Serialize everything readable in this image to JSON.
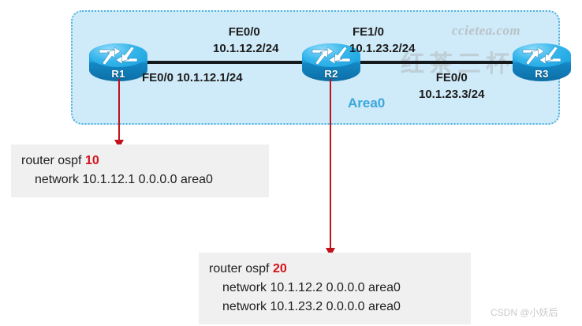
{
  "diagram": {
    "area": {
      "label": "Area0",
      "label_color": "#3ba6dc",
      "fill_color": "#cfeaf8",
      "border_color": "#4fb3e0"
    },
    "routers": [
      {
        "id": "r1",
        "label": "R1"
      },
      {
        "id": "r2",
        "label": "R2"
      },
      {
        "id": "r3",
        "label": "R3"
      }
    ],
    "interfaces": [
      {
        "id": "r1-fe00",
        "router": "R1",
        "name": "FE0/0",
        "address": "10.1.12.1/24"
      },
      {
        "id": "r2-fe00",
        "router": "R2",
        "name": "FE0/0",
        "address": "10.1.12.2/24"
      },
      {
        "id": "r2-fe10",
        "router": "R2",
        "name": "FE1/0",
        "address": "10.1.23.2/24"
      },
      {
        "id": "r3-fe00",
        "router": "R3",
        "name": "FE0/0",
        "address": "10.1.23.3/24"
      }
    ],
    "links": [
      {
        "id": "r1-r2",
        "from": "R1",
        "to": "R2"
      },
      {
        "id": "r2-r3",
        "from": "R2",
        "to": "R3"
      }
    ]
  },
  "configs": [
    {
      "id": "config-r1",
      "for_router": "R1",
      "command": "router ospf",
      "process_id": "10",
      "process_id_color": "#d4121b",
      "networks": [
        "network 10.1.12.1 0.0.0.0 area0"
      ]
    },
    {
      "id": "config-r2",
      "for_router": "R2",
      "command": "router ospf",
      "process_id": "20",
      "process_id_color": "#d4121b",
      "networks": [
        "network 10.1.12.2 0.0.0.0 area0",
        "network 10.1.23.2 0.0.0.0 area0"
      ]
    }
  ],
  "watermarks": {
    "site": "ccietea.com",
    "cjk": "红茶三杯",
    "credit": "CSDN @小妖后"
  }
}
